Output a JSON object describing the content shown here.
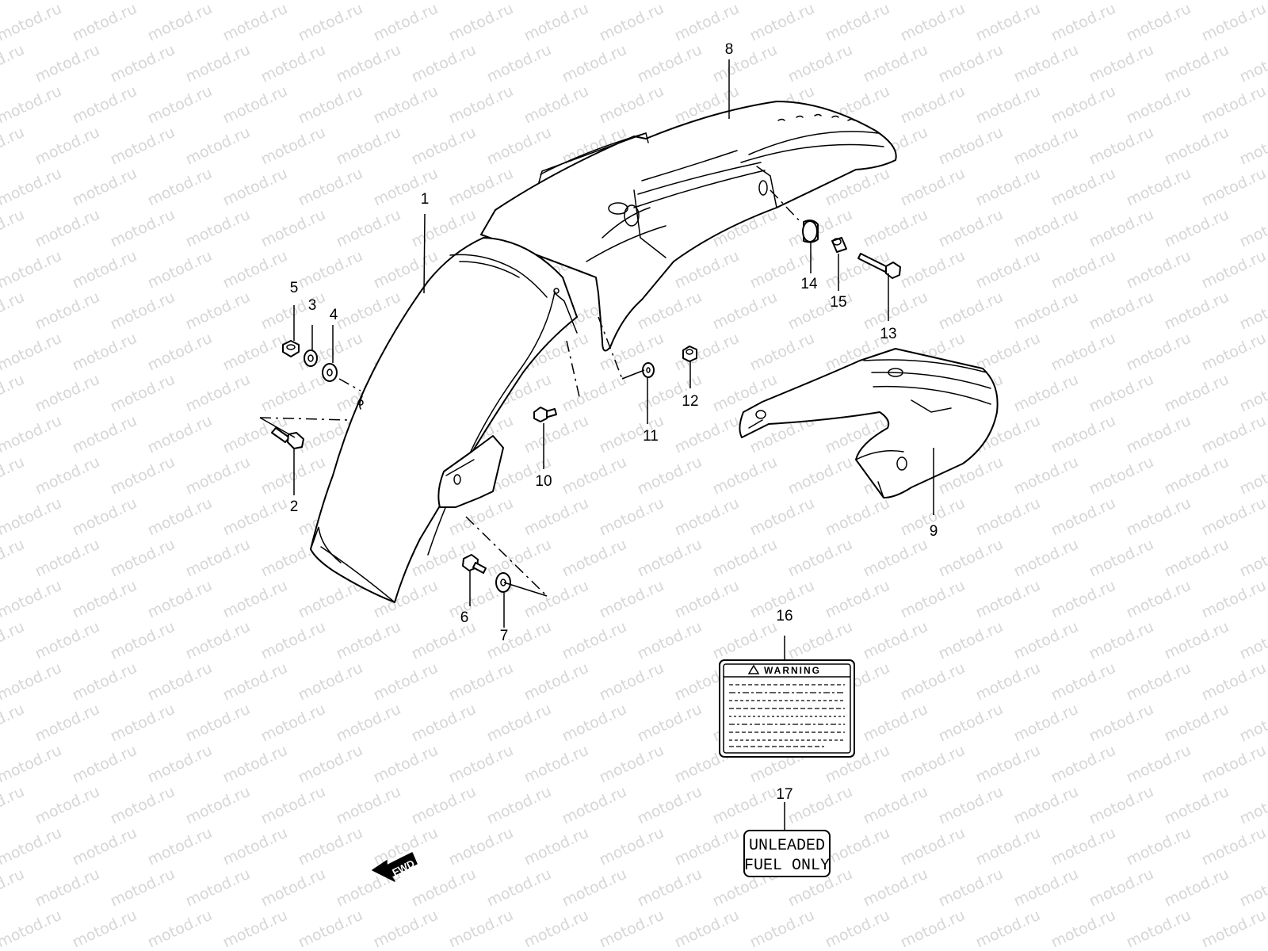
{
  "watermark": {
    "text": "motod.ru",
    "color": "#d6d6d6"
  },
  "callouts": {
    "c1": "1",
    "c2": "2",
    "c3": "3",
    "c4": "4",
    "c5": "5",
    "c6": "6",
    "c7": "7",
    "c8": "8",
    "c9": "9",
    "c10": "10",
    "c11": "11",
    "c12": "12",
    "c13": "13",
    "c14": "14",
    "c15": "15",
    "c16": "16",
    "c17": "17"
  },
  "parts": {
    "rear_fender": {
      "name_icon": "rear-fender-drawing"
    },
    "fender_extension": {
      "name_icon": "fender-extension-drawing"
    },
    "carrier_bracket": {
      "name_icon": "carrier-bracket-drawing"
    }
  },
  "warning_label": {
    "heading": "WARNING",
    "icon": "warning-triangle-icon"
  },
  "fuel_label": {
    "line1": "UNLEADED",
    "line2": "FUEL ONLY"
  },
  "fwd_indicator": {
    "text": "FWD",
    "icon": "fwd-arrow-icon"
  }
}
